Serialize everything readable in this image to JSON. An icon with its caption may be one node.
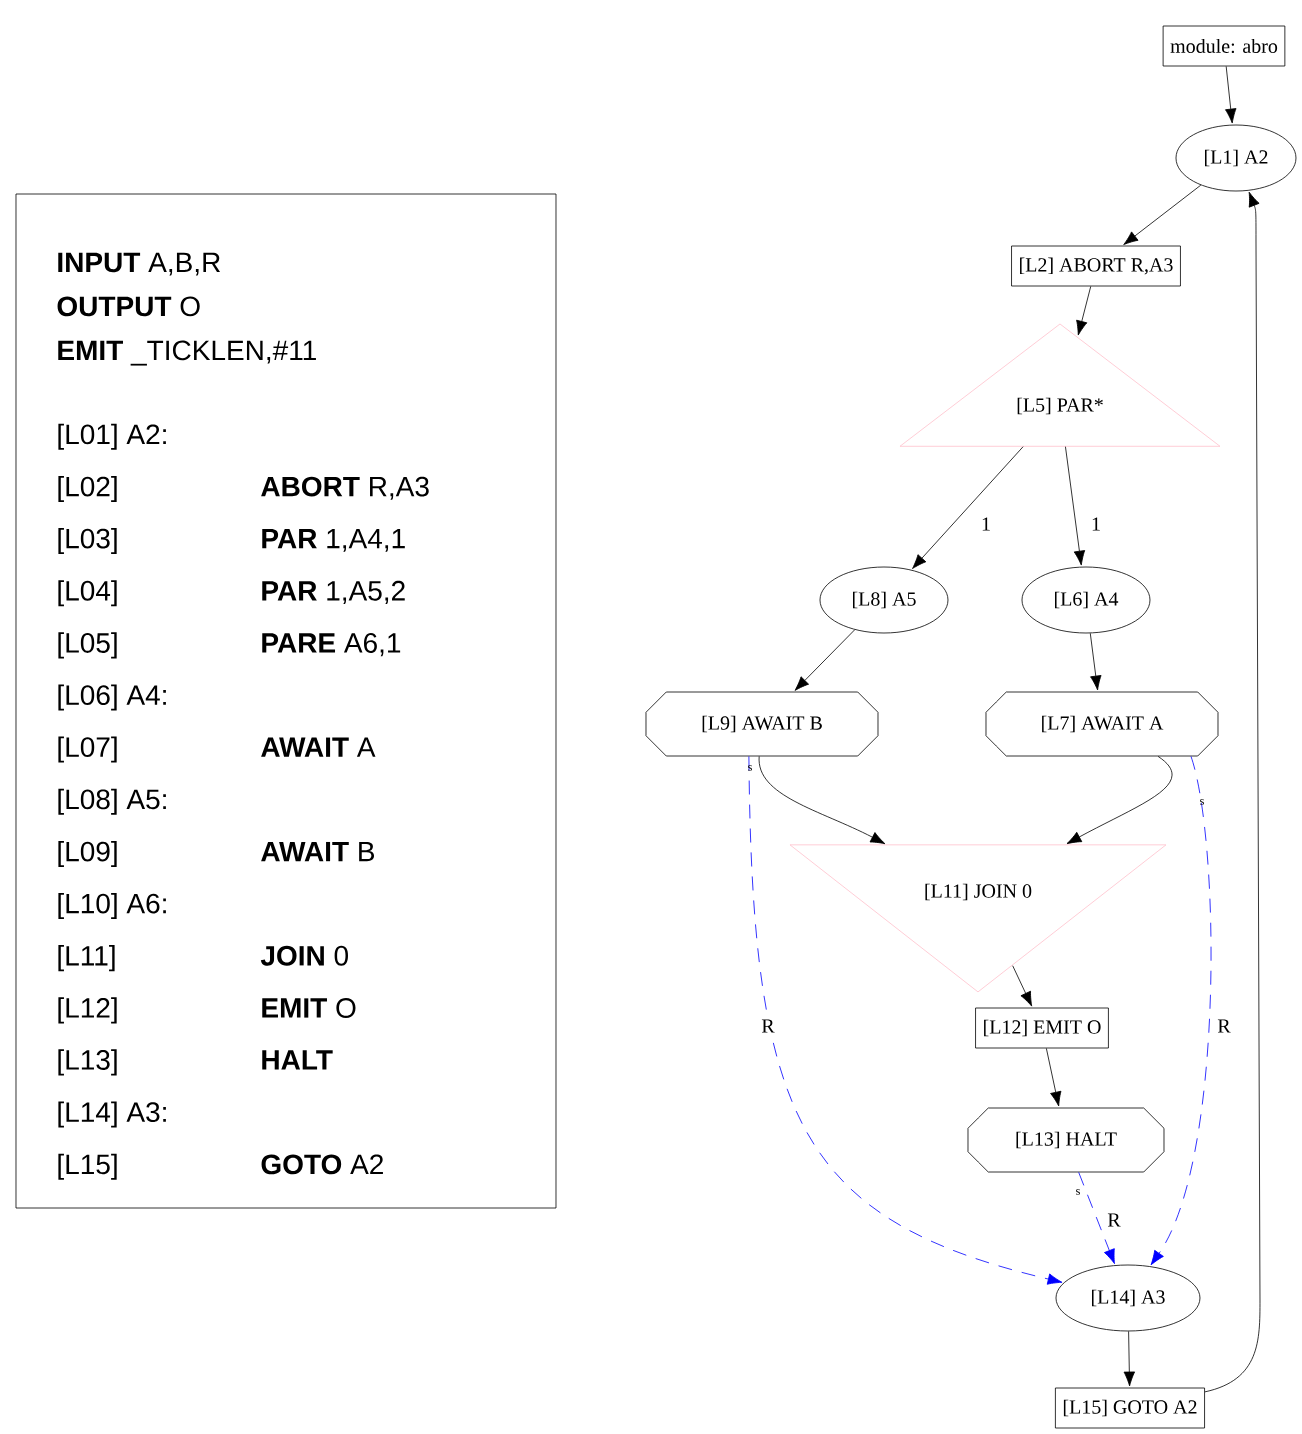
{
  "diagram": {
    "nodes": [
      {
        "text": [
          "**INPUT** A,B,R",
          "**OUTPUT** O",
          "**EMIT** _TICKLEN,#11",
          "[L01] A2:",
          "[L02]",
          "**ABORT** R,A3",
          "[L03]",
          "**PAR** 1,A4,1",
          "[L04]",
          "**PAR** 1,A5,2",
          "[L05]",
          "**PARE** A6,1",
          "[L06] A4:",
          "[L07]",
          "**AWAIT** A",
          "[L08] A5:",
          "[L09]",
          "**AWAIT** B",
          "[L10] A6:",
          "[L11]",
          "**JOIN** 0",
          "[L12]",
          "**EMIT** O",
          "[L13]",
          "**HALT**",
          "[L14] A3:",
          "[L15]",
          "**GOTO** A2"
        ]
      },
      {
        "text": [
          "module: abro"
        ]
      },
      {
        "text": [
          "[L1] A2"
        ]
      },
      {
        "text": [
          "[L2] ABORT R,A3"
        ]
      },
      {
        "text": [
          "[L5] PAR*"
        ]
      },
      {
        "text": [
          "[L8] A5"
        ]
      },
      {
        "text": [
          "[L6] A4"
        ]
      },
      {
        "text": [
          "[L9] AWAIT B"
        ]
      },
      {
        "text": [
          "[L7] AWAIT A"
        ]
      },
      {
        "text": [
          "[L11] JOIN 0"
        ]
      },
      {
        "text": [
          "[L12] EMIT O"
        ]
      },
      {
        "text": [
          "[L13] HALT"
        ]
      },
      {
        "text": [
          "[L14] A3"
        ]
      },
      {
        "text": [
          "[L15] GOTO A2"
        ]
      }
    ],
    "edges": [
      {
        "from": 1,
        "to": 2,
        "arrow": "to"
      },
      {
        "from": 2,
        "to": 3,
        "arrow": "to"
      },
      {
        "from": 3,
        "to": 4,
        "arrow": "to"
      },
      {
        "from": 4,
        "to": 5,
        "arrow": "to",
        "label": "1"
      },
      {
        "from": 4,
        "to": 6,
        "arrow": "to",
        "label": "1"
      },
      {
        "from": 5,
        "to": 7,
        "arrow": "to"
      },
      {
        "from": 6,
        "to": 8,
        "arrow": "to"
      },
      {
        "from": 7,
        "to": 9,
        "arrow": "to"
      },
      {
        "from": 8,
        "to": 9,
        "arrow": "to"
      },
      {
        "from": 9,
        "to": 10,
        "arrow": "to"
      },
      {
        "from": 10,
        "to": 11,
        "arrow": "to"
      },
      {
        "from": 7,
        "to": 12,
        "arrow": "to",
        "label": "R",
        "style": "dashed",
        "color": "#0000ff"
      },
      {
        "from": 8,
        "to": 12,
        "arrow": "to",
        "label": "R",
        "style": "dashed",
        "color": "#0000ff"
      },
      {
        "from": 11,
        "to": 12,
        "arrow": "to",
        "label": "R",
        "style": "dashed",
        "color": "#0000ff"
      },
      {
        "from": 12,
        "to": 13,
        "arrow": "to"
      },
      {
        "from": 13,
        "to": 2,
        "arrow": "to"
      }
    ],
    "labels": [
      "s",
      "s",
      "s"
    ]
  }
}
